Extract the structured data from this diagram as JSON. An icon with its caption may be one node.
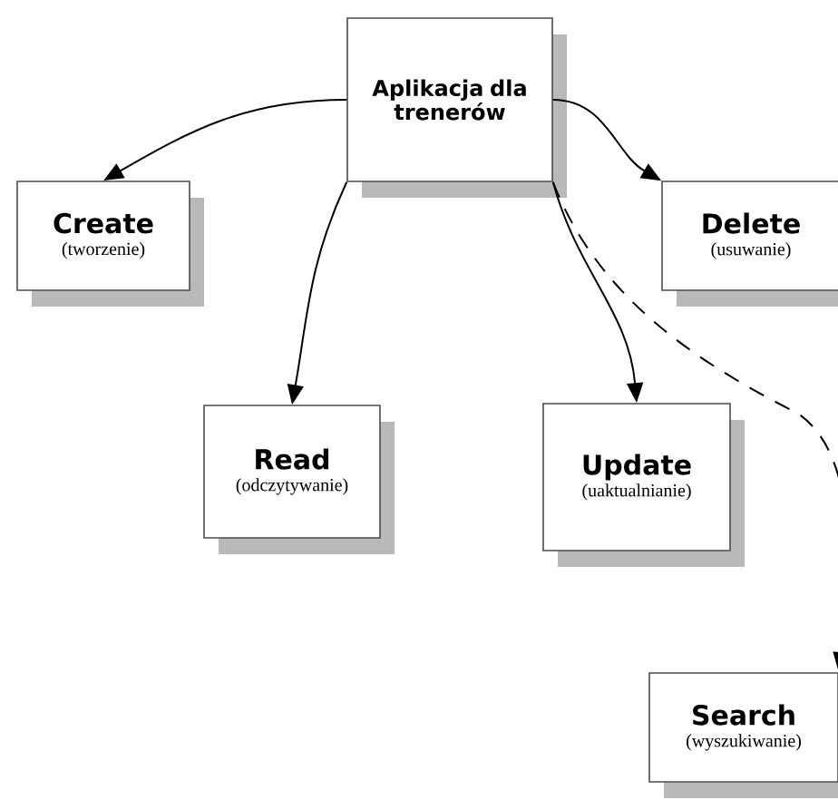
{
  "diagram": {
    "nodes": [
      {
        "text": [
          "Aplikacja dla trenerów"
        ]
      },
      {
        "text": [
          "Create",
          "(tworzenie)"
        ]
      },
      {
        "text": [
          "Delete",
          "(usuwanie)"
        ]
      },
      {
        "text": [
          "Read",
          "(odczytywanie)"
        ]
      },
      {
        "text": [
          "Update",
          "(uaktualnianie)"
        ]
      },
      {
        "text": [
          "Search",
          "(wyszukiwanie)"
        ]
      }
    ],
    "edges": [
      {
        "from": 0,
        "to": 1,
        "arrow": "to"
      },
      {
        "from": 0,
        "to": 2,
        "arrow": "to"
      },
      {
        "from": 0,
        "to": 3,
        "arrow": "to"
      },
      {
        "from": 0,
        "to": 4,
        "arrow": "to"
      },
      {
        "from": 0,
        "to": 5,
        "arrow": "to",
        "style": "dashed"
      }
    ]
  }
}
